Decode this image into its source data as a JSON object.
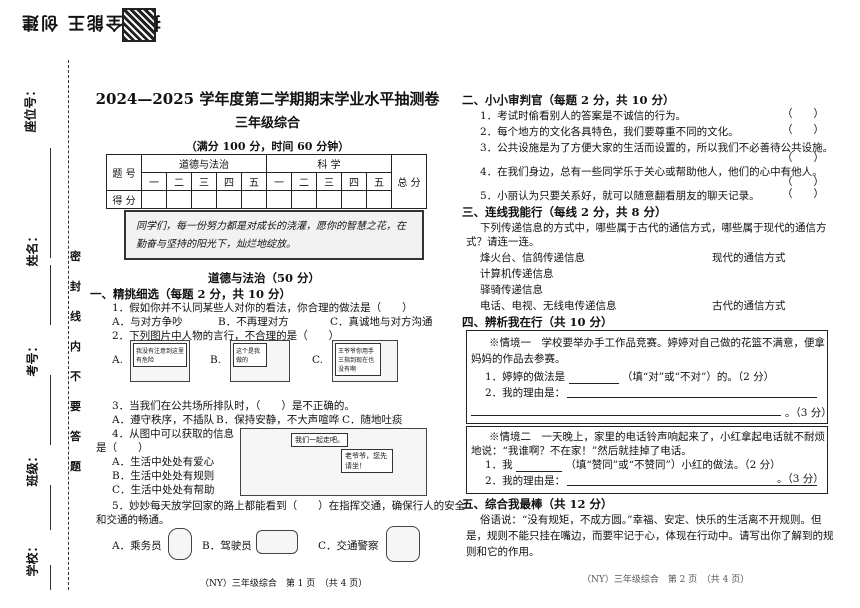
{
  "stamp": {
    "text": "扫描全能王 创建"
  },
  "sidebar": {
    "labels": [
      "座位号：",
      "姓名：",
      "考号：",
      "班级：",
      "学校："
    ],
    "binding_text": [
      "密",
      "封",
      "线",
      "内",
      "不",
      "要",
      "答",
      "题"
    ]
  },
  "page1": {
    "title": "2024—2025 学年度第二学期期末学业水平抽测卷",
    "subtitle": "三年级综合",
    "info": "（满分 100 分，时间 60 分钟）",
    "score_table": {
      "row1": [
        "题 号",
        "道德与法治",
        "科 学",
        "总 分"
      ],
      "numerals": [
        "一",
        "二",
        "三",
        "四",
        "五",
        "一",
        "二",
        "三",
        "四",
        "五"
      ],
      "row3": "得 分"
    },
    "banner": "同学们，每一份努力都是对成长的浇灌，愿你的智慧之花，在勤奋与坚持的阳光下，灿烂地绽放。",
    "part_title": "道德与法治（50 分）",
    "section1": {
      "heading": "一、精挑细选（每题 2 分，共 10 分）",
      "q1": "1．假如你并不认同某些人对你的看法，你合理的做法是（　　）",
      "q1_options": [
        "A．与对方争吵",
        "B．不再理对方",
        "C．真诚地与对方沟通"
      ],
      "q2": "2．下列图片中人物的言行，不合理的是（　　）",
      "q2_options": [
        "A.",
        "B.",
        "C."
      ],
      "q2_bubbles": [
        "我没有注意到这里有危险",
        "这个是我做的",
        "王爷爷你用手三指到现在也没有啊"
      ],
      "q3": "3．当我们在公共场所排队时，（　　）是不正确的。",
      "q3_options": [
        "A．遵守秩序，不插队",
        "B．保持安静，不大声喧哗",
        "C．随地吐痰"
      ],
      "q4a": "4．从图中可以获取的信息",
      "q4b": "是（　　）",
      "q4_options": [
        "A．生活中处处有爱心",
        "B．生活中处处有规则",
        "C．生活中处处有帮助"
      ],
      "q4_bubbles": [
        "我们一起走吧。",
        "老爷爷，您先请坐！"
      ],
      "q5a": "5．妙妙每天放学回家的路上都能看到（　　）在指挥交通，确保行人的安全",
      "q5b": "和交通的畅通。",
      "q5_options": [
        "A．乘务员",
        "B．驾驶员",
        "C．交通警察"
      ]
    },
    "footer": "（NY）三年级综合　第 1 页　（共 4 页）"
  },
  "page2": {
    "section2": {
      "heading": "二、小小审判官（每题 2 分，共 10 分）",
      "items": [
        "1．考试时偷看别人的答案是不诚信的行为。",
        "2．每个地方的文化各具特色，我们要尊重不同的文化。",
        "3．公共设施是为了方便大家的生活而设置的，所以我们不必善待公共设施。",
        "4．在我们身边，总有一些同学乐于关心或帮助他人，他们的心中有他人。",
        "5．小丽认为只要关系好，就可以随意翻看朋友的聊天记录。"
      ],
      "paren": "（　　）"
    },
    "section3": {
      "heading": "三、连线我能行（每线 2 分，共 8 分）",
      "intro1": "下列传递信息的方式中，哪些属于古代的通信方式，哪些属于现代的通信方",
      "intro2": "式？请连一连。",
      "left": [
        "烽火台、信鸽传递信息",
        "计算机传递信息",
        "驿骑传递信息",
        "电话、电视、无线电传递信息"
      ],
      "right": [
        "现代的通信方式",
        "古代的通信方式"
      ]
    },
    "section4": {
      "heading": "四、辨析我在行（共 10 分）",
      "case1_a": "※情境一　学校要举办手工作品竞赛。婷婷对自己做的花篮不满意，便拿",
      "case1_b": "妈妈的作品去参赛。",
      "case1_q1": "1．婷婷的做法是",
      "case1_q1_tail": "（填“对”或“不对”）的。（2 分）",
      "case1_q2": "2．我的理由是：",
      "case1_q2_score": "。（3 分）",
      "case2_a": "※情境二　一天晚上，家里的电话铃声响起来了，小红拿起电话就不耐烦",
      "case2_b": "地说：“我谁啊？不在家！”然后就挂掉了电话。",
      "case2_q1": "1．我",
      "case2_q1_tail": "（填“赞同”或“不赞同”）小红的做法。（2 分）",
      "case2_q2": "2．我的理由是：",
      "case2_q2_score": "。（3 分）"
    },
    "section5": {
      "heading": "五、综合我最棒（共 12 分）",
      "l1": "俗语说：“没有规矩，不成方圆。”幸福、安定、快乐的生活离不开规则。但",
      "l2": "是，规则不能只挂在嘴边，而要牢记于心，体现在行动中。请写出你了解到的规",
      "l3": "则和它的作用。"
    },
    "footer": "（NY）三年级综合　第 2 页　（共 4 页）"
  }
}
